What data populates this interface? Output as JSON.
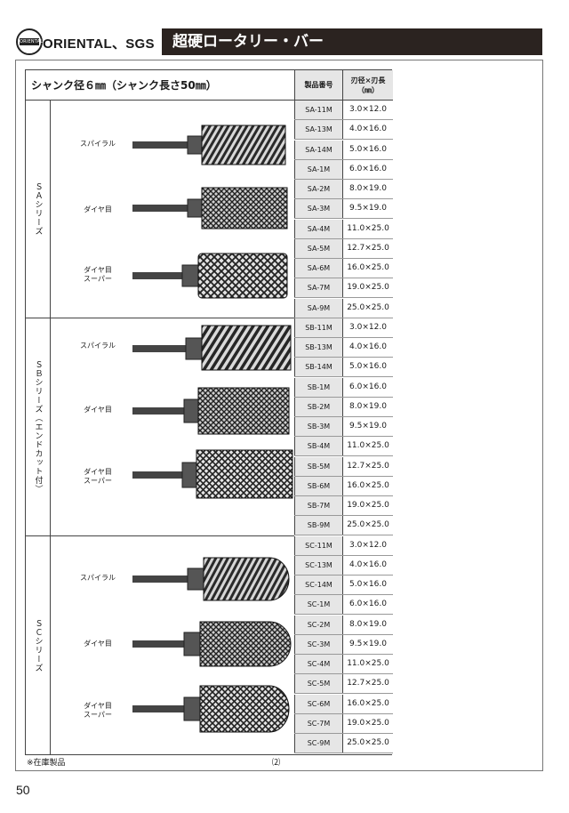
{
  "header": {
    "logo_text": "ORIENTAL",
    "brand": "ORIENTAL、SGS",
    "title": "超硬ロータリー・バー"
  },
  "table": {
    "shank_title": "シャンク径６㎜（シャンク長さ50㎜）",
    "col_part": "製品番号",
    "col_size_line1": "刃径×刃長",
    "col_size_line2": "（㎜）"
  },
  "series": [
    {
      "label": "ＳＡシリーズ",
      "cuts": [
        {
          "line1": "スパイラル",
          "line2": ""
        },
        {
          "line1": "ダイヤ目",
          "line2": ""
        },
        {
          "line1": "ダイヤ目",
          "line2": "スーパー"
        }
      ],
      "rows": [
        {
          "part": "SA-11M",
          "size": "3.0×12.0"
        },
        {
          "part": "SA-13M",
          "size": "4.0×16.0"
        },
        {
          "part": "SA-14M",
          "size": "5.0×16.0"
        },
        {
          "part": "SA-1M",
          "size": "6.0×16.0"
        },
        {
          "part": "SA-2M",
          "size": "8.0×19.0"
        },
        {
          "part": "SA-3M",
          "size": "9.5×19.0"
        },
        {
          "part": "SA-4M",
          "size": "11.0×25.0"
        },
        {
          "part": "SA-5M",
          "size": "12.7×25.0"
        },
        {
          "part": "SA-6M",
          "size": "16.0×25.0"
        },
        {
          "part": "SA-7M",
          "size": "19.0×25.0"
        },
        {
          "part": "SA-9M",
          "size": "25.0×25.0"
        }
      ]
    },
    {
      "label": "ＳＢシリーズ（エンドカット付）",
      "cuts": [
        {
          "line1": "スパイラル",
          "line2": ""
        },
        {
          "line1": "ダイヤ目",
          "line2": ""
        },
        {
          "line1": "ダイヤ目",
          "line2": "スーパー"
        }
      ],
      "rows": [
        {
          "part": "SB-11M",
          "size": "3.0×12.0"
        },
        {
          "part": "SB-13M",
          "size": "4.0×16.0"
        },
        {
          "part": "SB-14M",
          "size": "5.0×16.0"
        },
        {
          "part": "SB-1M",
          "size": "6.0×16.0"
        },
        {
          "part": "SB-2M",
          "size": "8.0×19.0"
        },
        {
          "part": "SB-3M",
          "size": "9.5×19.0"
        },
        {
          "part": "SB-4M",
          "size": "11.0×25.0"
        },
        {
          "part": "SB-5M",
          "size": "12.7×25.0"
        },
        {
          "part": "SB-6M",
          "size": "16.0×25.0"
        },
        {
          "part": "SB-7M",
          "size": "19.0×25.0"
        },
        {
          "part": "SB-9M",
          "size": "25.0×25.0"
        }
      ]
    },
    {
      "label": "ＳＣシリーズ",
      "cuts": [
        {
          "line1": "スパイラル",
          "line2": ""
        },
        {
          "line1": "ダイヤ目",
          "line2": ""
        },
        {
          "line1": "ダイヤ目",
          "line2": "スーパー"
        }
      ],
      "rows": [
        {
          "part": "SC-11M",
          "size": "3.0×12.0"
        },
        {
          "part": "SC-13M",
          "size": "4.0×16.0"
        },
        {
          "part": "SC-14M",
          "size": "5.0×16.0"
        },
        {
          "part": "SC-1M",
          "size": "6.0×16.0"
        },
        {
          "part": "SC-2M",
          "size": "8.0×19.0"
        },
        {
          "part": "SC-3M",
          "size": "9.5×19.0"
        },
        {
          "part": "SC-4M",
          "size": "11.0×25.0"
        },
        {
          "part": "SC-5M",
          "size": "12.7×25.0"
        },
        {
          "part": "SC-6M",
          "size": "16.0×25.0"
        },
        {
          "part": "SC-7M",
          "size": "19.0×25.0"
        },
        {
          "part": "SC-9M",
          "size": "25.0×25.0"
        }
      ]
    }
  ],
  "footer": {
    "note": "※在庫製品",
    "figure": "⑵",
    "page": "50"
  }
}
